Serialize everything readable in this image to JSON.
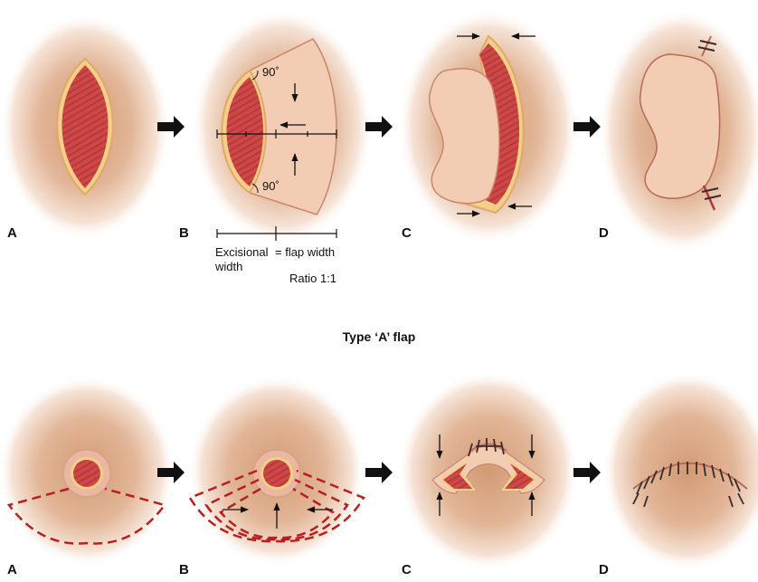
{
  "title": "Type ‘A’ flap",
  "top_row": {
    "panel_a": "A",
    "panel_b": "B",
    "panel_c": "C",
    "panel_d": "D",
    "angle_top": "90˚",
    "angle_bottom": "90˚",
    "excisional_label": "Excisional",
    "width_label": "width",
    "equals_label": "= flap width",
    "ratio_label": "Ratio 1:1"
  },
  "bottom_row": {
    "panel_a": "A",
    "panel_b": "B",
    "panel_c": "C",
    "panel_d": "D"
  },
  "colors": {
    "skin_center": "#d49d78",
    "skin_edge": "#ffffff",
    "wound": "#cf4747",
    "wound_stripe": "#b23838",
    "flap": "#f2cdb4",
    "cut_line": "#b81f1f",
    "suture": "#3a2a2a"
  }
}
